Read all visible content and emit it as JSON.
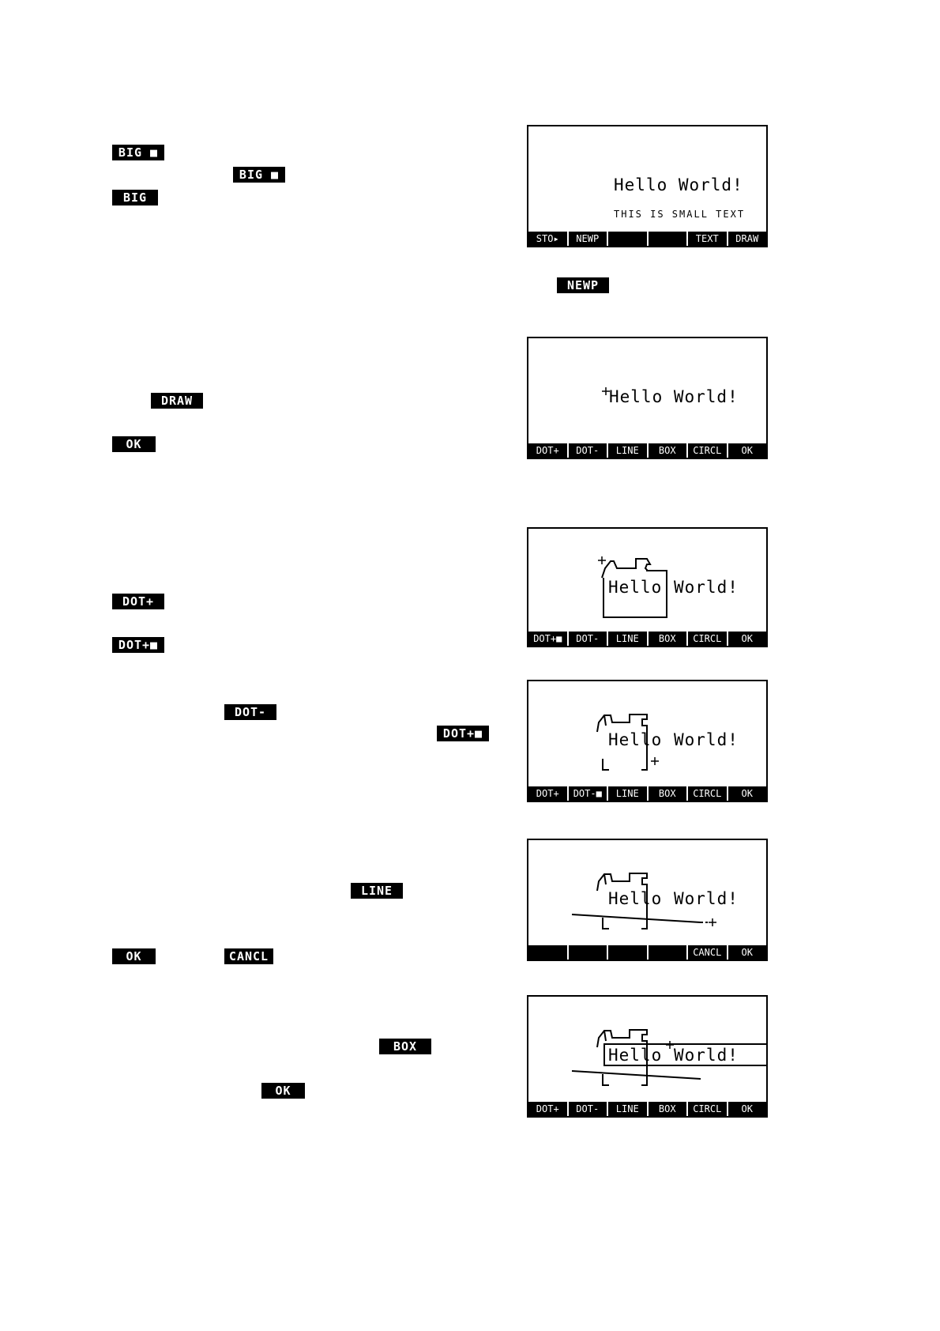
{
  "keys": {
    "big_1": "BIG ■",
    "big_2": "BIG ■",
    "big_3": "BIG",
    "newp": "NEWP",
    "draw": "DRAW",
    "ok_1": "OK",
    "dot_plus": "DOT+",
    "dot_plus_sq_1": "DOT+■",
    "dot_minus": "DOT-",
    "dot_plus_sq_2": "DOT+■",
    "line": "LINE",
    "ok_2": "OK",
    "cancl": "CANCL",
    "box": "BOX",
    "ok_3": "OK"
  },
  "screens": {
    "screen1": {
      "big_text": "Hello World!",
      "small_text": "THIS IS SMALL TEXT",
      "menu": [
        "STO▸",
        "NEWP",
        "",
        "",
        "TEXT",
        "DRAW"
      ]
    },
    "screen2": {
      "big_text": "Hello World!",
      "menu": [
        "DOT+",
        "DOT-",
        "LINE",
        "BOX",
        "CIRCL",
        "OK"
      ]
    },
    "screen3": {
      "text_a": "Hello",
      "text_b": "World!",
      "menu": [
        "DOT+■",
        "DOT-",
        "LINE",
        "BOX",
        "CIRCL",
        "OK"
      ]
    },
    "screen4": {
      "text_a": "Hello",
      "text_b": "World!",
      "menu": [
        "DOT+",
        "DOT-■",
        "LINE",
        "BOX",
        "CIRCL",
        "OK"
      ]
    },
    "screen5": {
      "text_a": "Hello",
      "text_b": "World!",
      "menu": [
        "",
        "",
        "",
        "",
        "CANCL",
        "OK"
      ]
    },
    "screen6": {
      "text_a": "Hello",
      "text_b": "World!",
      "menu": [
        "DOT+",
        "DOT-",
        "LINE",
        "BOX",
        "CIRCL",
        "OK"
      ]
    }
  }
}
